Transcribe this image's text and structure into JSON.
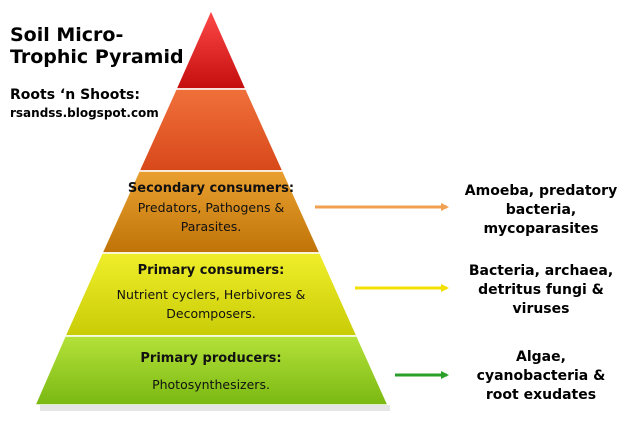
{
  "title": {
    "line1": "Soil Micro-\nTrophic Pyramid",
    "credit_name": "Roots ‘n Shoots:",
    "credit_url": "rsandss.blogspot.com"
  },
  "tiers": [
    {
      "heading": "Secondary consumers:",
      "body": "Predators, Pathogens &\nParasites.",
      "example": "Amoeba, predatory\nbacteria,\nmycoparasites",
      "arrow_color": "#f0a050"
    },
    {
      "heading": "Primary consumers:",
      "body": "Nutrient cyclers, Herbivores &\nDecomposers.",
      "example": "Bacteria, archaea,\ndetritus fungi &\nviruses",
      "arrow_color": "#f2e000"
    },
    {
      "heading": "Primary producers:",
      "body": "Photosynthesizers.",
      "example": "Algae,\ncyanobacteria &\nroot exudates",
      "arrow_color": "#2aa02a"
    }
  ],
  "colors": {
    "top": "#d81818",
    "tier2": "#e24e1c",
    "secondary": "#d2820a",
    "primary_consumers": "#d7d80a",
    "primary_producers": "#8ecc16"
  }
}
